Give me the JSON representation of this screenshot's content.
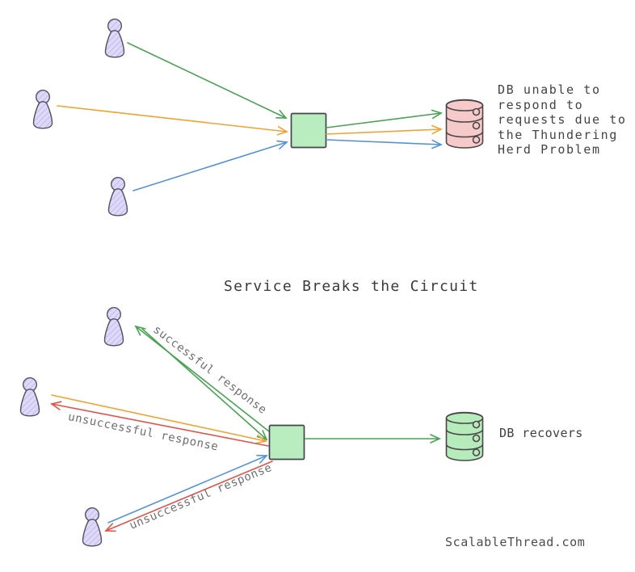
{
  "diagram": {
    "top": {
      "db_caption": "DB unable to\nrespond to\nrequests due to\nthe Thundering\nHerd Problem"
    },
    "bottom": {
      "title": "Service Breaks the Circuit",
      "successful_label": "successful response",
      "unsuccessful_label_mid": "unsuccessful response",
      "unsuccessful_label_bottom": "unsuccessful response",
      "db_caption": "DB recovers"
    },
    "watermark": "ScalableThread.com",
    "colors": {
      "arrow_green": "#4aa254",
      "arrow_orange": "#f0a232",
      "arrow_blue": "#5591d9",
      "arrow_red": "#e0534a",
      "service_box_fill": "#b9edbf",
      "db_error_fill": "#f7caca",
      "db_recovered_fill": "#b6ecbc",
      "user_fill": "#ded9f7",
      "label_gray": "#6f6f6f",
      "text_dark": "#3a3a3a"
    }
  }
}
